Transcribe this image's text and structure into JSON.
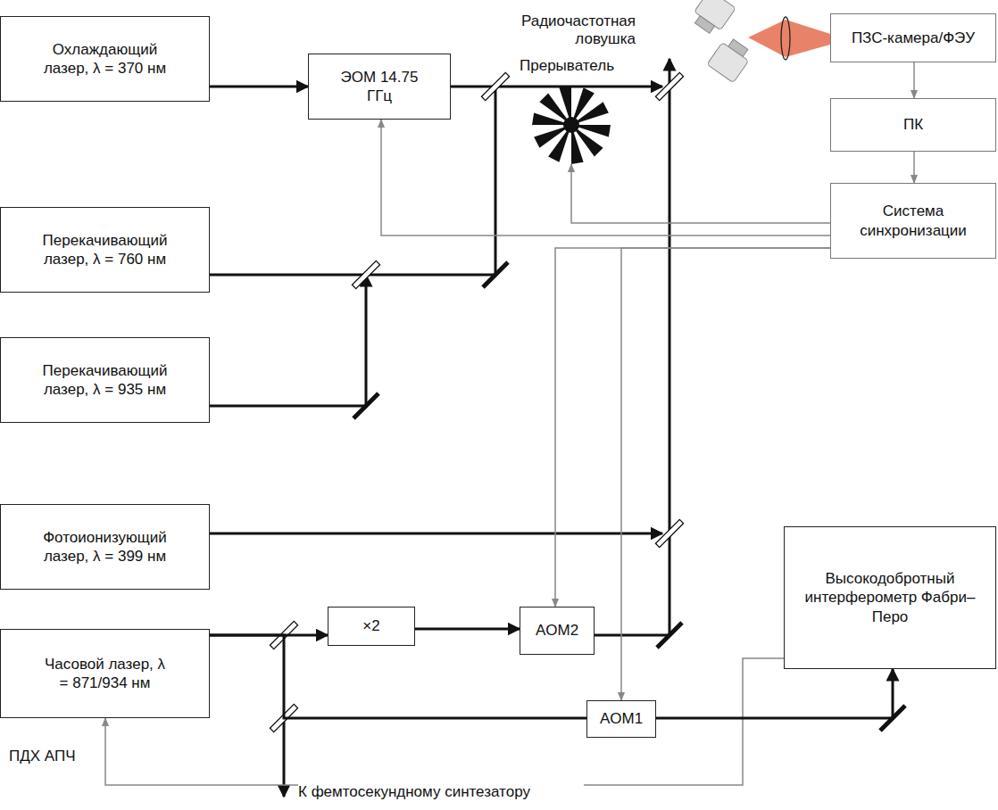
{
  "diagram": {
    "nodes": [
      {
        "text": [
          "Охлаждающий лазер, λ = 370 нм"
        ]
      },
      {
        "text": [
          "ЭОМ 14.75 ГГц"
        ]
      },
      {
        "text": [
          "Перекачивающий лазер, λ = 760 нм"
        ]
      },
      {
        "text": [
          "Перекачивающий лазер, λ = 935 нм"
        ]
      },
      {
        "text": [
          "Фотоионизующий лазер, λ = 399 нм"
        ]
      },
      {
        "text": [
          "Часовой лазер, λ = 871/934 нм"
        ]
      },
      {
        "text": [
          "×2"
        ]
      },
      {
        "text": [
          "AOM2"
        ]
      },
      {
        "text": [
          "AOM1"
        ]
      },
      {
        "text": [
          "ПЗС-камера/ФЭУ"
        ]
      },
      {
        "text": [
          "ПК"
        ]
      },
      {
        "text": [
          "Система синхронизации"
        ]
      },
      {
        "text": [
          "Высокодобротный интерферометр Фабри–Перо"
        ]
      }
    ],
    "edges": [
      {
        "from": 0,
        "to": 1,
        "arrow": "to"
      },
      {
        "from": 9,
        "to": 10,
        "arrow": "to"
      },
      {
        "from": 10,
        "to": 11,
        "arrow": "to"
      },
      {
        "from": 11,
        "to": 1,
        "arrow": "to"
      },
      {
        "from": 11,
        "to": 7,
        "arrow": "to"
      },
      {
        "from": 11,
        "to": 8,
        "arrow": "to"
      },
      {
        "from": 12,
        "to": 5,
        "arrow": "to"
      },
      {
        "from": 5,
        "to": 6,
        "arrow": "to"
      },
      {
        "from": 6,
        "to": 7,
        "arrow": "to"
      },
      {
        "from": 5,
        "to": 8,
        "arrow": "none"
      },
      {
        "from": 8,
        "to": 12,
        "arrow": "to"
      }
    ],
    "labels": [
      "Радиочастотная ловушка",
      "Прерыватель",
      "ПДХ АПЧ",
      "К фемтосекундному синтезатору"
    ]
  }
}
